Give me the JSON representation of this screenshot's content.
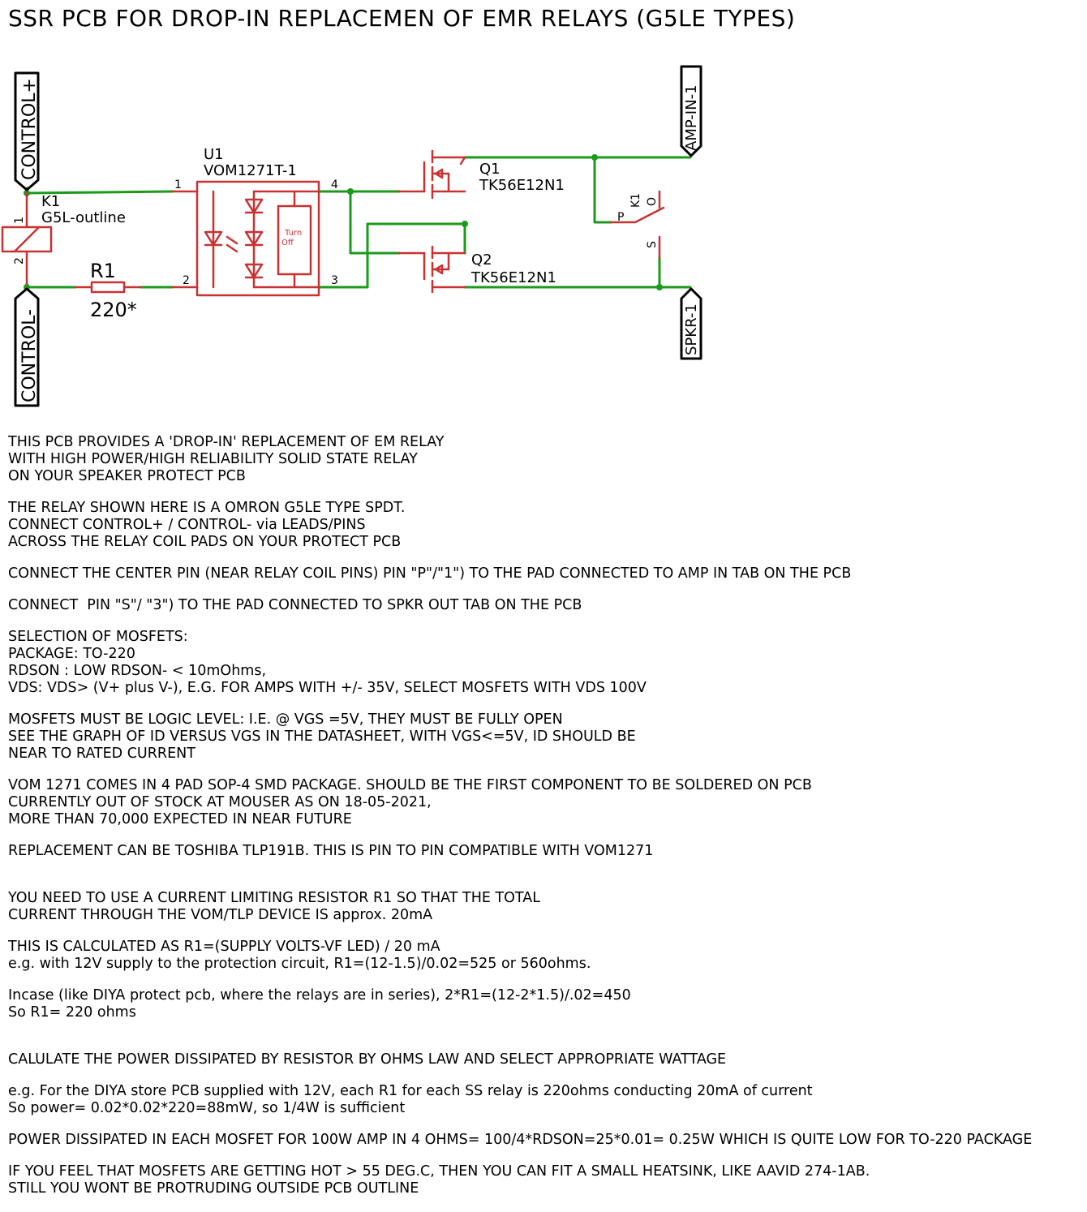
{
  "title": "SSR PCB FOR DROP-IN REPLACEMEN OF EMR RELAYS (G5LE TYPES)",
  "colors": {
    "wire": "#1c9a1c",
    "component": "#c83232",
    "text": "#000000"
  },
  "schematic": {
    "ports": {
      "control_plus": "CONTROL+",
      "control_minus": "CONTROL-",
      "amp_in": "AMP-IN-1",
      "spkr": "SPKR-1"
    },
    "k1_coil": {
      "ref": "K1",
      "value": "G5L-outline",
      "pin1": "1",
      "pin2": "2"
    },
    "r1": {
      "ref": "R1",
      "value": "220*"
    },
    "u1": {
      "ref": "U1",
      "value": "VOM1271T-1",
      "pin1": "1",
      "pin2": "2",
      "pin3": "3",
      "pin4": "4",
      "turn_off_1": "Turn",
      "turn_off_2": "Off"
    },
    "q1": {
      "ref": "Q1",
      "value": "TK56E12N1"
    },
    "q2": {
      "ref": "Q2",
      "value": "TK56E12N1"
    },
    "k1_switch": {
      "ref": "K1",
      "pin_p": "P",
      "pin_o": "O",
      "pin_s": "S"
    }
  },
  "notes": [
    {
      "lines": [
        "THIS PCB PROVIDES A 'DROP-IN' REPLACEMENT OF EM RELAY",
        "WITH HIGH POWER/HIGH RELIABILITY SOLID STATE RELAY",
        "ON YOUR SPEAKER PROTECT PCB"
      ]
    },
    {
      "lines": [
        "THE RELAY SHOWN HERE IS A OMRON G5LE TYPE SPDT.",
        "CONNECT CONTROL+ / CONTROL- via LEADS/PINS",
        "ACROSS THE RELAY COIL PADS ON YOUR PROTECT PCB"
      ]
    },
    {
      "lines": [
        "CONNECT THE CENTER PIN (NEAR RELAY COIL PINS) PIN \"P\"/\"1\") TO THE PAD CONNECTED TO AMP IN TAB ON THE PCB"
      ]
    },
    {
      "lines": [
        "CONNECT  PIN \"S\"/ \"3\") TO THE PAD CONNECTED TO SPKR OUT TAB ON THE PCB"
      ]
    },
    {
      "lines": [
        "SELECTION OF MOSFETS:",
        "PACKAGE: TO-220",
        "RDSON : LOW RDSON- < 10mOhms,",
        "VDS: VDS> (V+ plus V-), E.G. FOR AMPS WITH +/- 35V, SELECT MOSFETS WITH VDS 100V"
      ]
    },
    {
      "lines": [
        "MOSFETS MUST BE LOGIC LEVEL: I.E. @ VGS =5V, THEY MUST BE FULLY OPEN",
        "SEE THE GRAPH OF ID VERSUS VGS IN THE DATASHEET, WITH VGS<=5V, ID SHOULD BE",
        "NEAR TO RATED CURRENT"
      ]
    },
    {
      "lines": [
        "VOM 1271 COMES IN 4 PAD SOP-4 SMD PACKAGE. SHOULD BE THE FIRST COMPONENT TO BE SOLDERED ON PCB",
        "CURRENTLY OUT OF STOCK AT MOUSER AS ON 18-05-2021,",
        "MORE THAN 70,000 EXPECTED IN NEAR FUTURE"
      ]
    },
    {
      "lines": [
        "REPLACEMENT CAN BE TOSHIBA TLP191B. THIS IS PIN TO PIN COMPATIBLE WITH VOM1271"
      ],
      "gap": true
    },
    {
      "lines": [
        "YOU NEED TO USE A CURRENT LIMITING RESISTOR R1 SO THAT THE TOTAL",
        "CURRENT THROUGH THE VOM/TLP DEVICE IS approx. 20mA"
      ]
    },
    {
      "lines": [
        "THIS IS CALCULATED AS R1=(SUPPLY VOLTS-VF LED) / 20 mA",
        "e.g. with 12V supply to the protection circuit, R1=(12-1.5)/0.02=525 or 560ohms."
      ]
    },
    {
      "lines": [
        "Incase (like DIYA protect pcb, where the relays are in series), 2*R1=(12-2*1.5)/.02=450",
        "So R1= 220 ohms"
      ],
      "gap": true
    },
    {
      "lines": [
        "CALULATE THE POWER DISSIPATED BY RESISTOR BY OHMS LAW AND SELECT APPROPRIATE WATTAGE"
      ]
    },
    {
      "lines": [
        "e.g. For the DIYA store PCB supplied with 12V, each R1 for each SS relay is 220ohms conducting 20mA of current",
        "So power= 0.02*0.02*220=88mW, so 1/4W is sufficient"
      ]
    },
    {
      "lines": [
        "POWER DISSIPATED IN EACH MOSFET FOR 100W AMP IN 4 OHMS= 100/4*RDSON=25*0.01= 0.25W WHICH IS QUITE LOW FOR TO-220 PACKAGE"
      ]
    },
    {
      "lines": [
        "IF YOU FEEL THAT MOSFETS ARE GETTING HOT > 55 DEG.C, THEN YOU CAN FIT A SMALL HEATSINK, LIKE AAVID 274-1AB.",
        "STILL YOU WONT BE PROTRUDING OUTSIDE PCB OUTLINE"
      ]
    }
  ]
}
